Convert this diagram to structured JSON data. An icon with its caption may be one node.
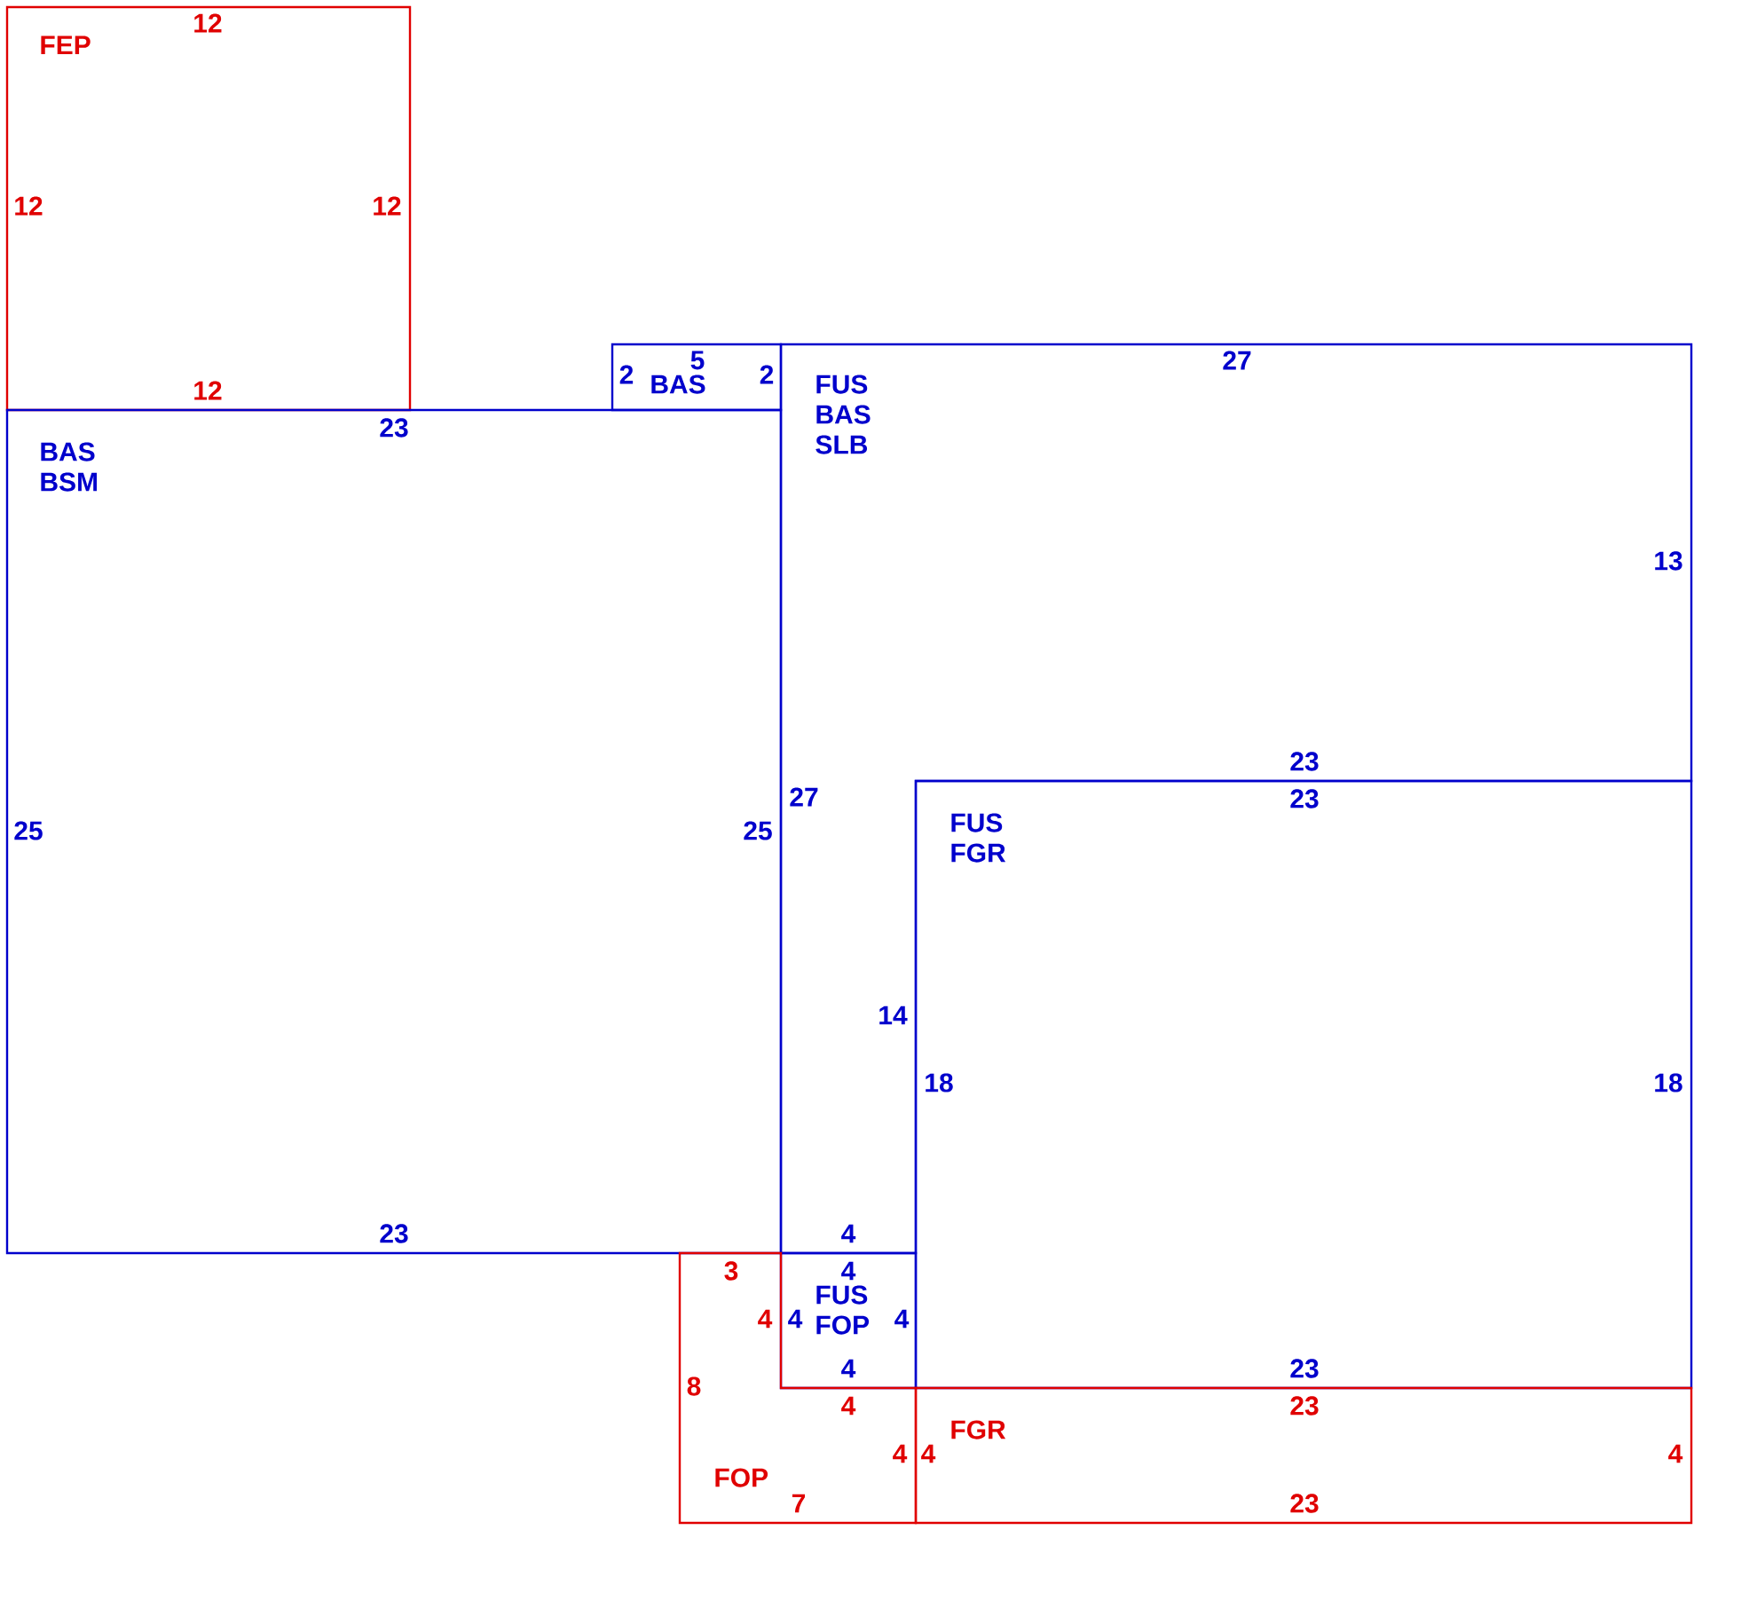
{
  "diagram": {
    "nodes": [
      {
        "text": [
          "FEP"
        ]
      },
      {
        "text": [
          "BAS"
        ]
      },
      {
        "text": [
          "BAS",
          "BSM"
        ]
      },
      {
        "text": [
          "FUS",
          "BAS",
          "SLB"
        ]
      },
      {
        "text": [
          "FUS",
          "FGR"
        ]
      },
      {
        "text": [
          "FUS",
          "FOP"
        ]
      },
      {
        "text": [
          "FOP"
        ]
      },
      {
        "text": [
          "FGR"
        ]
      }
    ],
    "labels": [
      "12",
      "12",
      "12",
      "5",
      "27",
      "2",
      "2",
      "12",
      "23",
      "13",
      "23",
      "27",
      "23",
      "25",
      "25",
      "14",
      "18",
      "18",
      "23",
      "4",
      "3",
      "4",
      "4",
      "4",
      "4",
      "4",
      "23",
      "8",
      "4",
      "23",
      "4",
      "4",
      "4",
      "7",
      "23"
    ]
  }
}
